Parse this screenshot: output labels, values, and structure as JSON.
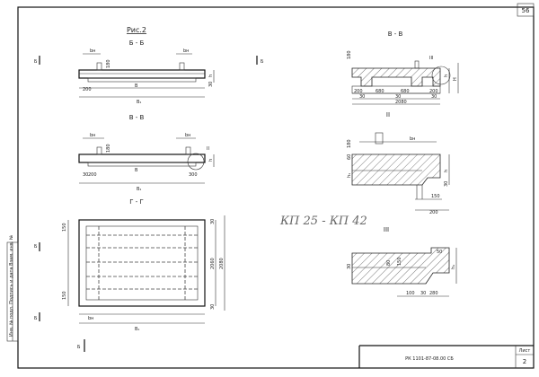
{
  "sheet": {
    "page_number": "56",
    "stamp_code": "РК 1101-87-08.00 СБ",
    "stamp_sheet_label": "Лист",
    "stamp_sheet_number": "2",
    "side_stamp": "Инв. № подл.   Подпись и дата   Взам. инв. №"
  },
  "figure": {
    "title": "Рис.2",
    "handwritten_note": "КП 25 - КП 42"
  },
  "views": {
    "section_bb": {
      "label": "Б - Б",
      "dims": [
        "bн",
        "bн",
        "180",
        "h",
        "30",
        "200",
        "B",
        "B₁"
      ]
    },
    "section_vv": {
      "label": "В - В",
      "dims": [
        "bн",
        "bн",
        "180",
        "II",
        "h",
        "30",
        "200",
        "B",
        "300",
        "B₁"
      ]
    },
    "plan_ee": {
      "label": "Г - Г",
      "dims": [
        "150",
        "150",
        "2060",
        "2080",
        "30",
        "30",
        "bн",
        "B₁"
      ]
    },
    "section_aa": {
      "label": "В - В",
      "dims": [
        "180",
        "III",
        "h",
        "H",
        "200",
        "680",
        "680",
        "200",
        "30",
        "30",
        "30",
        "2080"
      ]
    },
    "node_ii": {
      "label": "II",
      "dims": [
        "bн",
        "180",
        "60",
        "h₁",
        "h",
        "30",
        "150",
        "200"
      ]
    },
    "node_iii": {
      "label": "III",
      "dims": [
        "30",
        "80",
        "150",
        "100",
        "30",
        "280",
        "50",
        "h₁"
      ]
    }
  },
  "cut_marks": [
    "Б",
    "Б",
    "Б",
    "Б",
    "Б"
  ]
}
